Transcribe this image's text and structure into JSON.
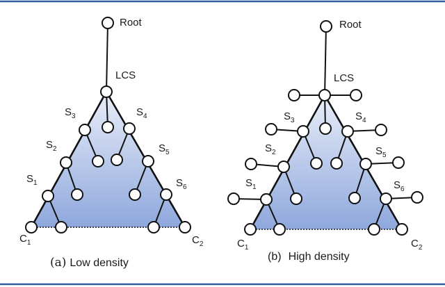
{
  "labels": {
    "root": "Root",
    "lcs": "LCS",
    "s1": "S",
    "s1_sub": "1",
    "s2": "S",
    "s2_sub": "2",
    "s3": "S",
    "s3_sub": "3",
    "s4": "S",
    "s4_sub": "4",
    "s5": "S",
    "s5_sub": "5",
    "s6": "S",
    "s6_sub": "6",
    "c1": "C",
    "c1_sub": "1",
    "c2": "C",
    "c2_sub": "2"
  },
  "captions": {
    "a_marker": "(a)",
    "a_text": "Low density",
    "b_marker": "(b)",
    "b_text": "High density"
  },
  "colors": {
    "frame": "#2f5f9c",
    "gradient_top": "#e9eef9",
    "gradient_bottom": "#8ea7dc"
  }
}
